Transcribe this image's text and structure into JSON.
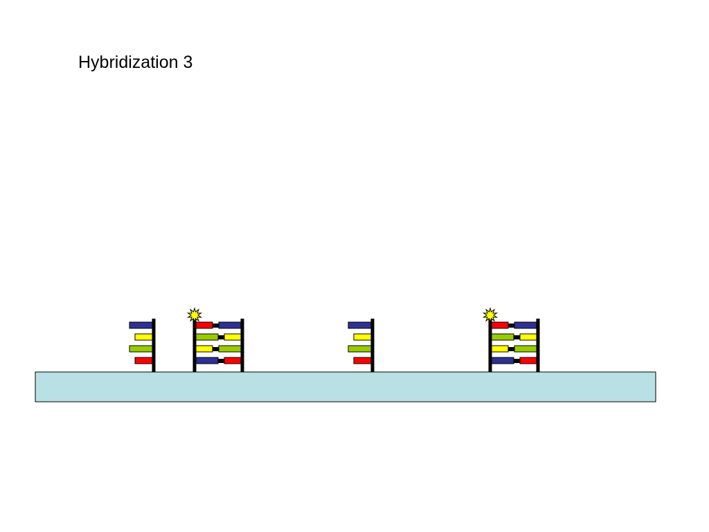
{
  "slide": {
    "title": "Hybridization 3"
  },
  "colors": {
    "substrate_fill": "#b9e0e4",
    "backbone": "#000000",
    "blue": "#2e3192",
    "yellow": "#ffff00",
    "green": "#99cc00",
    "red": "#ff0000",
    "label_star": "#ffff00"
  },
  "probes": [
    {
      "id": "probe-1",
      "hybridized": false,
      "bases": [
        "blue",
        "yellow",
        "green",
        "red"
      ]
    },
    {
      "id": "probe-2",
      "hybridized": true,
      "labeled": true,
      "bases": [
        "red",
        "green",
        "yellow",
        "blue"
      ],
      "target_bases": [
        "blue",
        "yellow",
        "green",
        "red"
      ]
    },
    {
      "id": "probe-3",
      "hybridized": false,
      "bases": [
        "blue",
        "yellow",
        "green",
        "red"
      ]
    },
    {
      "id": "probe-4",
      "hybridized": true,
      "labeled": true,
      "bases": [
        "red",
        "green",
        "yellow",
        "blue"
      ],
      "target_bases": [
        "blue",
        "yellow",
        "green",
        "red"
      ]
    }
  ]
}
